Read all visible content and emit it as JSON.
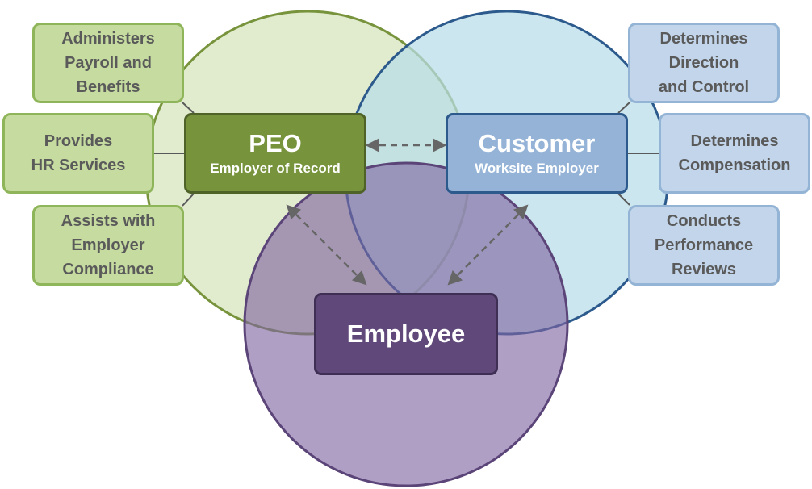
{
  "diagram": {
    "peo": {
      "title": "PEO",
      "subtitle": "Employer of Record"
    },
    "customer": {
      "title": "Customer",
      "subtitle": "Worksite Employer"
    },
    "employee": {
      "title": "Employee"
    },
    "peo_roles": [
      {
        "lines": [
          "Administers",
          "Payroll and",
          "Benefits"
        ]
      },
      {
        "lines": [
          "Provides",
          "HR Services"
        ]
      },
      {
        "lines": [
          "Assists with",
          "Employer",
          "Compliance"
        ]
      }
    ],
    "customer_roles": [
      {
        "lines": [
          "Determines",
          "Direction",
          "and Control"
        ]
      },
      {
        "lines": [
          "Determines",
          "Compensation"
        ]
      },
      {
        "lines": [
          "Conducts",
          "Performance",
          "Reviews"
        ]
      }
    ]
  },
  "colors": {
    "peo": "#77933c",
    "customer": "#95b3d7",
    "employee": "#60497a",
    "peo_circle": "#d7e4bd",
    "customer_circle": "#b7dde8",
    "employee_circle": "#8064a2"
  }
}
